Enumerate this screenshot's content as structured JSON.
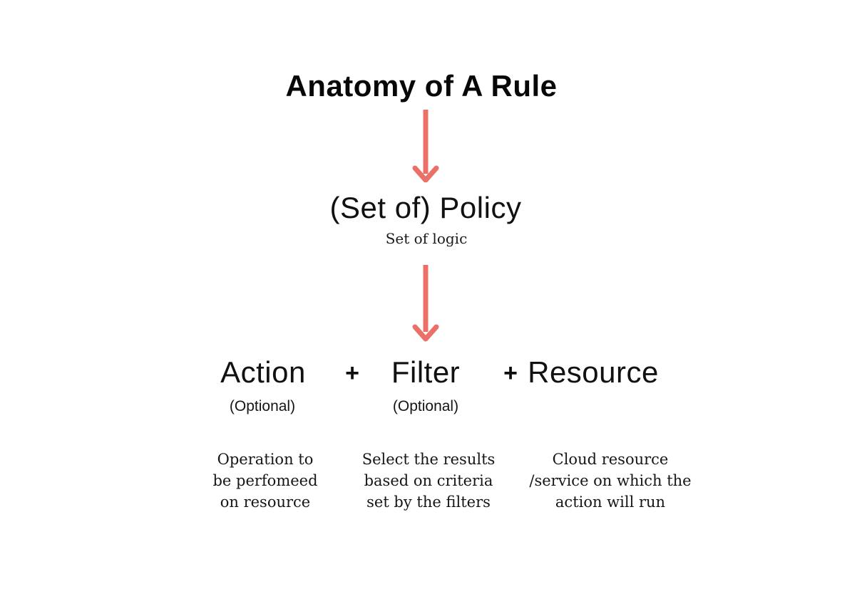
{
  "colors": {
    "arrow": "#EB7067",
    "text": "#0E0E0E",
    "background": "#FFFFFF"
  },
  "diagram": {
    "title": "Anatomy of A Rule",
    "policy": {
      "label": "(Set of) Policy",
      "sublabel": "Set of logic"
    },
    "plus_sign": "+",
    "components": [
      {
        "label": "Action",
        "optional_label": "(Optional)",
        "description": "Operation to\nbe perfomeed\non resource"
      },
      {
        "label": "Filter",
        "optional_label": "(Optional)",
        "description": "Select the results\nbased on criteria\nset by the filters"
      },
      {
        "label": "Resource",
        "optional_label": "",
        "description": "Cloud resource\n/service on which the\naction will run"
      }
    ]
  }
}
